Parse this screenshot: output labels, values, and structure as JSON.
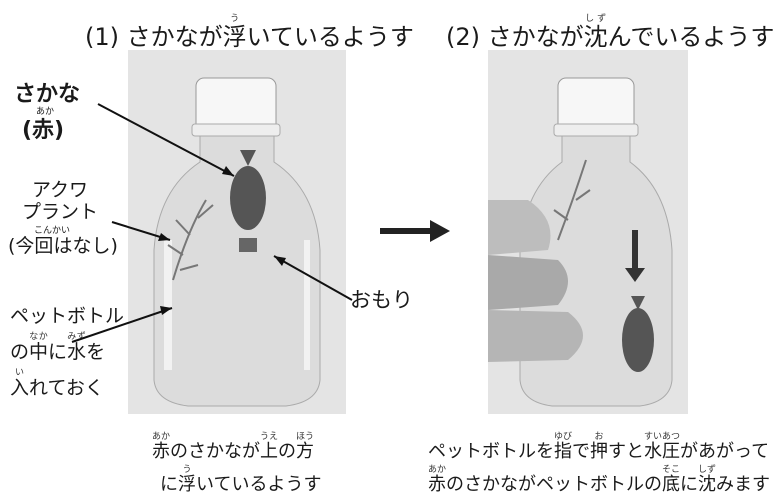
{
  "left_panel": {
    "title": {
      "pre": "(1) さかなが",
      "kanji": "浮",
      "ruby": "う",
      "post": "いているようす"
    },
    "fish_label": {
      "line1": "さかな",
      "ruby": "あか",
      "line2": "(赤)"
    },
    "plant_label": {
      "line1": "アクワ",
      "line2": "プラント",
      "ruby": "こんかい",
      "line3_pre": "(",
      "line3_kanji": "今回",
      "line3_post": "はなし)"
    },
    "bottle_label": {
      "line1": "ペットボトル",
      "line2_a": "の",
      "line2_k1": "中",
      "line2_r1": "なか",
      "line2_b": "に",
      "line2_k2": "水",
      "line2_r2": "みず",
      "line2_c": "を",
      "line3_k": "入",
      "line3_r": "い",
      "line3_post": "れておく"
    },
    "weight_label": "おもり",
    "caption": {
      "l1_k1": "赤",
      "l1_r1": "あか",
      "l1_a": "のさかなが",
      "l1_k2": "上",
      "l1_r2": "うえ",
      "l1_b": "の",
      "l1_k3": "方",
      "l1_r3": "ほう",
      "l2_a": "に",
      "l2_k": "浮",
      "l2_r": "う",
      "l2_b": "いているようす"
    }
  },
  "right_panel": {
    "title": {
      "pre": "(2) さかなが",
      "kanji": "沈",
      "ruby": "しず",
      "post": "んでいるようす"
    },
    "caption": {
      "l1_a": "ペットボトルを",
      "l1_k1": "指",
      "l1_r1": "ゆび",
      "l1_b": "で",
      "l1_k2": "押",
      "l1_r2": "お",
      "l1_c": "すと",
      "l1_k3": "水圧",
      "l1_r3": "すいあつ",
      "l1_d": "があがって",
      "l2_k1": "赤",
      "l2_r1": "あか",
      "l2_a": "のさかながペットボトルの",
      "l2_k2": "底",
      "l2_r2": "そこ",
      "l2_b": "に",
      "l2_k3": "沈",
      "l2_r3": "しず",
      "l2_c": "みます"
    }
  },
  "colors": {
    "photo_bg": "#e4e4e4",
    "arrow": "#222222",
    "text": "#1a1a1a"
  },
  "icons": [
    "bottle-photo",
    "fish-figure",
    "plant-figure",
    "finger-figure",
    "right-arrow",
    "down-arrow"
  ]
}
